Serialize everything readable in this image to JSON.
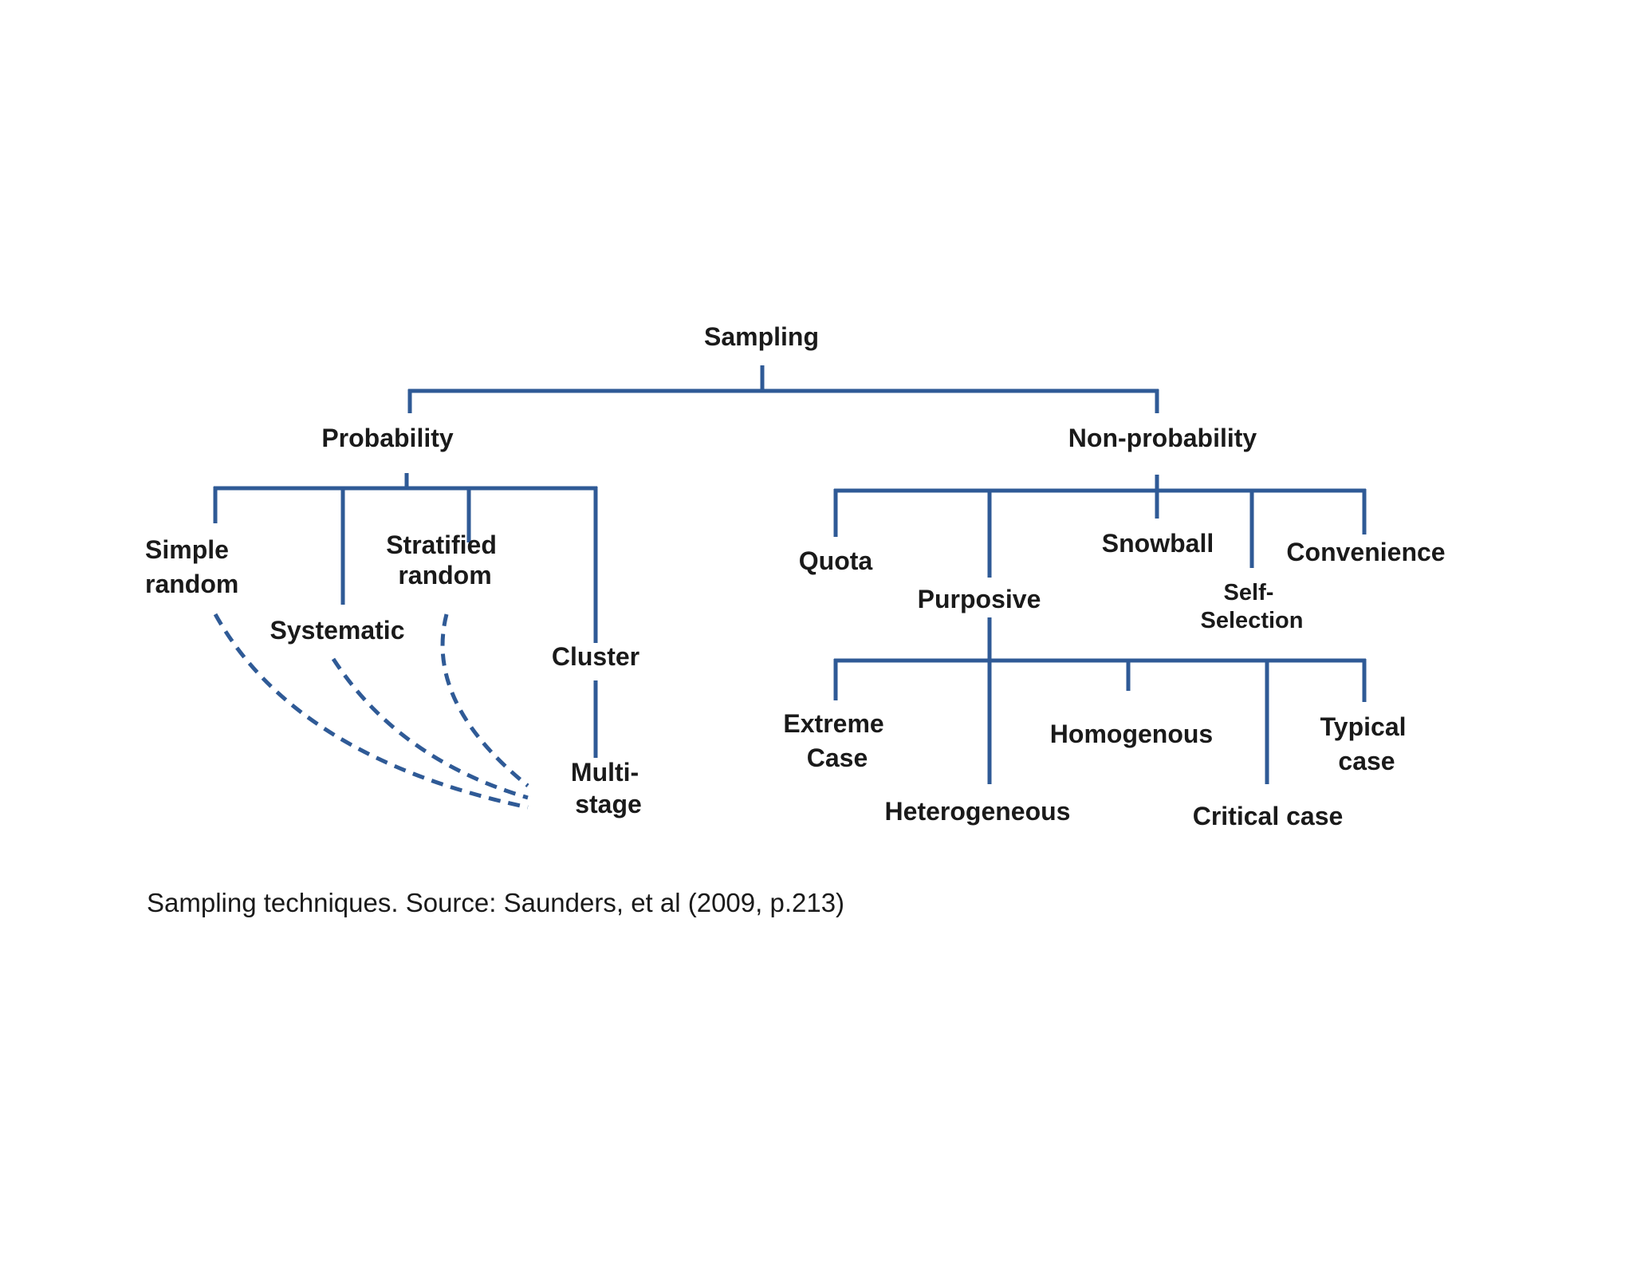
{
  "diagram": {
    "nodes": {
      "sampling": "Sampling",
      "probability": "Probability",
      "non_probability": "Non-probability",
      "simple_random": [
        "Simple",
        "random"
      ],
      "systematic": "Systematic",
      "stratified_random": [
        "Stratified",
        "random"
      ],
      "cluster": "Cluster",
      "multi_stage": [
        "Multi-",
        "stage"
      ],
      "quota": "Quota",
      "purposive": "Purposive",
      "snowball": "Snowball",
      "self_selection": [
        "Self-",
        "Selection"
      ],
      "convenience": "Convenience",
      "extreme_case": [
        "Extreme",
        "Case"
      ],
      "heterogeneous": "Heterogeneous",
      "homogenous": "Homogenous",
      "critical_case": "Critical case",
      "typical_case": [
        "Typical",
        "case"
      ]
    },
    "line_color": "#2f5a96"
  },
  "caption": "Sampling techniques. Source: Saunders, et al (2009, p.213)"
}
